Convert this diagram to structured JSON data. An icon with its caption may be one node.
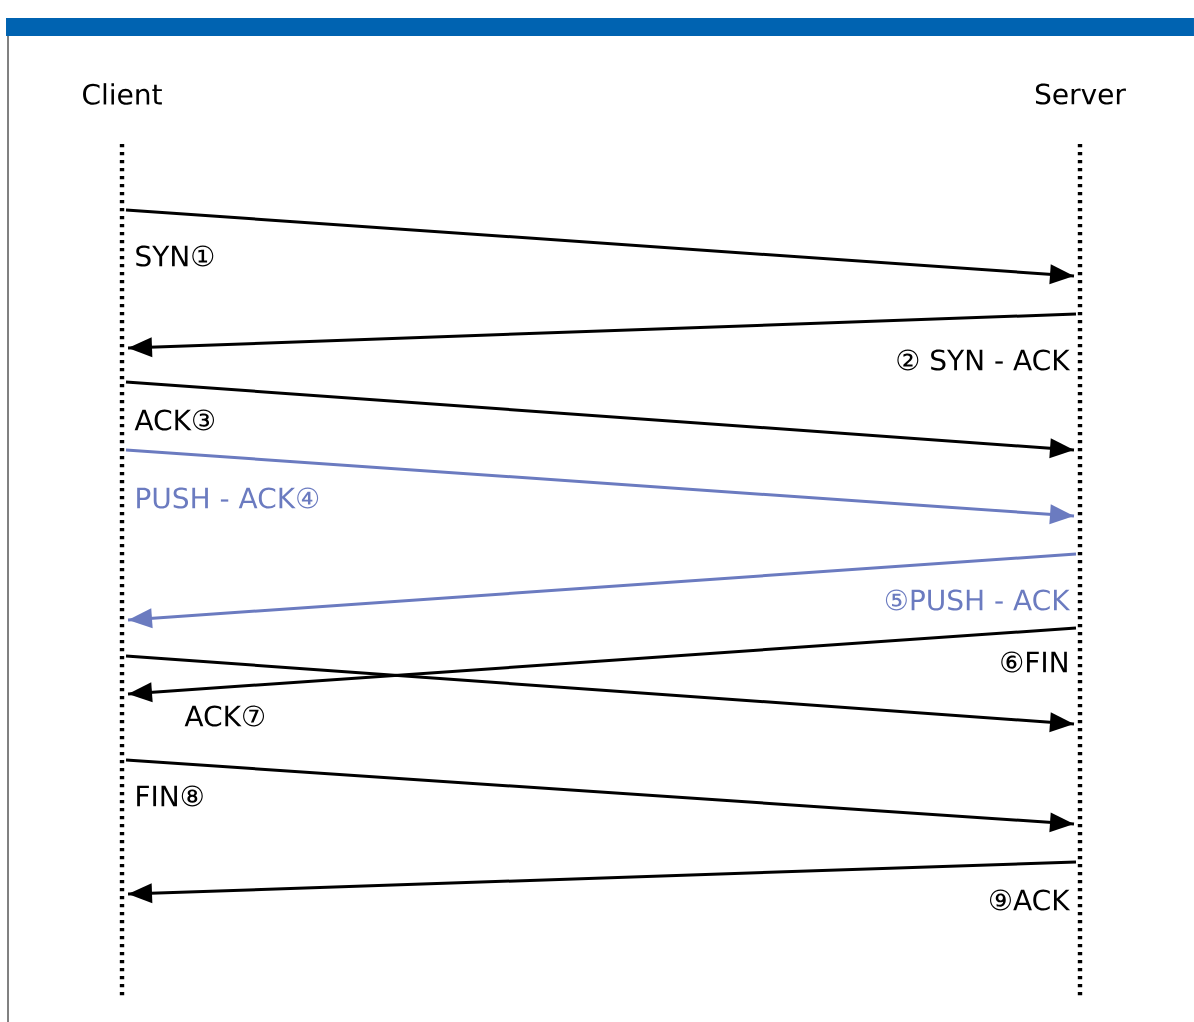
{
  "diagram": {
    "nodes": [
      {
        "text": [
          "Client"
        ]
      },
      {
        "text": [
          "Server"
        ]
      }
    ],
    "edges": [
      {
        "from": 0,
        "to": 1,
        "arrow": "to",
        "label": "SYN①"
      },
      {
        "from": 1,
        "to": 0,
        "arrow": "to",
        "label": "② SYN - ACK"
      },
      {
        "from": 0,
        "to": 1,
        "arrow": "to",
        "label": "ACK③"
      },
      {
        "from": 0,
        "to": 1,
        "arrow": "to",
        "label": "PUSH - ACK④",
        "color": "#6b7bc0"
      },
      {
        "from": 1,
        "to": 0,
        "arrow": "to",
        "label": "⑤PUSH - ACK",
        "color": "#6b7bc0"
      },
      {
        "from": 1,
        "to": 0,
        "arrow": "to",
        "label": "⑥FIN"
      },
      {
        "from": 0,
        "to": 1,
        "arrow": "to",
        "label": "ACK⑦"
      },
      {
        "from": 0,
        "to": 1,
        "arrow": "to",
        "label": "FIN⑧"
      },
      {
        "from": 1,
        "to": 0,
        "arrow": "to",
        "label": "⑨ACK"
      }
    ]
  }
}
